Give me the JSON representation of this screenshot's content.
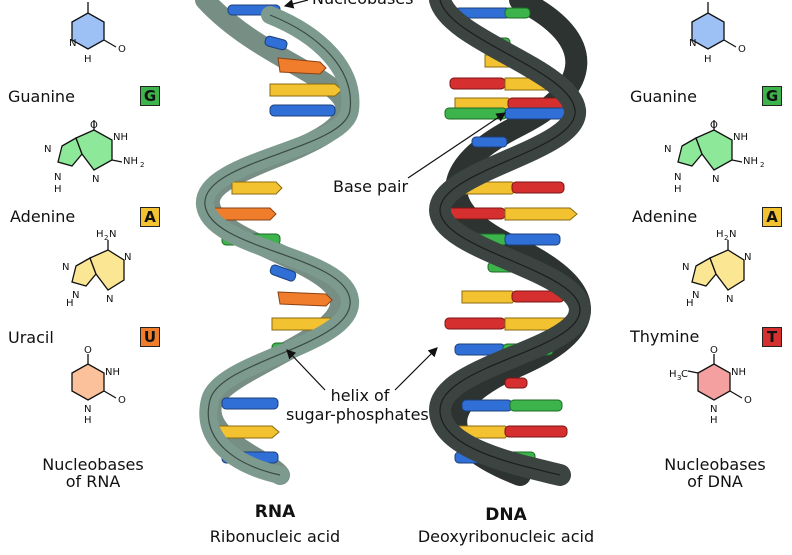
{
  "labels": {
    "nucleobases_top": "Nucleobases",
    "base_pair": "Base pair",
    "helix_line1": "helix of",
    "helix_line2": "sugar-phosphates",
    "rna_title": "RNA",
    "rna_sub": "Ribonucleic acid",
    "dna_title": "DNA",
    "dna_sub": "Deoxyribonucleic acid"
  },
  "left_column": {
    "bases": [
      {
        "name": "Guanine",
        "letter": "G",
        "color": "#3cb44b"
      },
      {
        "name": "Adenine",
        "letter": "A",
        "color": "#f2c230"
      },
      {
        "name": "Uracil",
        "letter": "U",
        "color": "#ef7d2c"
      }
    ],
    "caption_line1": "Nucleobases",
    "caption_line2": "of RNA"
  },
  "right_column": {
    "bases": [
      {
        "name": "Guanine",
        "letter": "G",
        "color": "#3cb44b"
      },
      {
        "name": "Adenine",
        "letter": "A",
        "color": "#f2c230"
      },
      {
        "name": "Thymine",
        "letter": "T",
        "color": "#d62f2f"
      }
    ],
    "caption_line1": "Nucleobases",
    "caption_line2": "of DNA"
  },
  "molecule_text": {
    "n": "N",
    "nh": "NH",
    "h": "H",
    "o": "O",
    "nh2": "NH",
    "h2n": "H",
    "methyl": "H",
    "two": "2",
    "three": "3",
    "c": "C"
  },
  "colors": {
    "rna_strand": "#7d9a8f",
    "dna_strand": "#3c4442",
    "guanine": "#3cb44b",
    "adenine": "#f2c230",
    "uracil": "#ef7d2c",
    "thymine": "#d62f2f",
    "cytosine": "#2f6fd6",
    "cytosine_fill": "#9ec1f5",
    "guanine_fill": "#8ee89a",
    "adenine_fill": "#fbe694",
    "uracil_fill": "#fbc19b",
    "thymine_fill": "#f4a0a0"
  }
}
